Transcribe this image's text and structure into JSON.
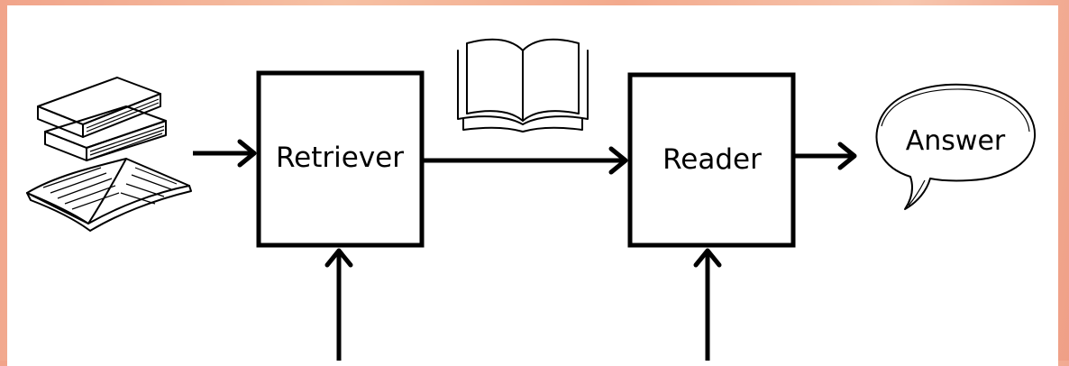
{
  "diagram": {
    "nodes": {
      "retriever": {
        "label": "Retriever"
      },
      "reader": {
        "label": "Reader"
      },
      "answer": {
        "label": "Answer"
      }
    },
    "icons": {
      "document_collection": "books-stack-icon",
      "retrieved_passage": "open-book-icon",
      "answer_bubble": "speech-bubble-icon"
    }
  }
}
